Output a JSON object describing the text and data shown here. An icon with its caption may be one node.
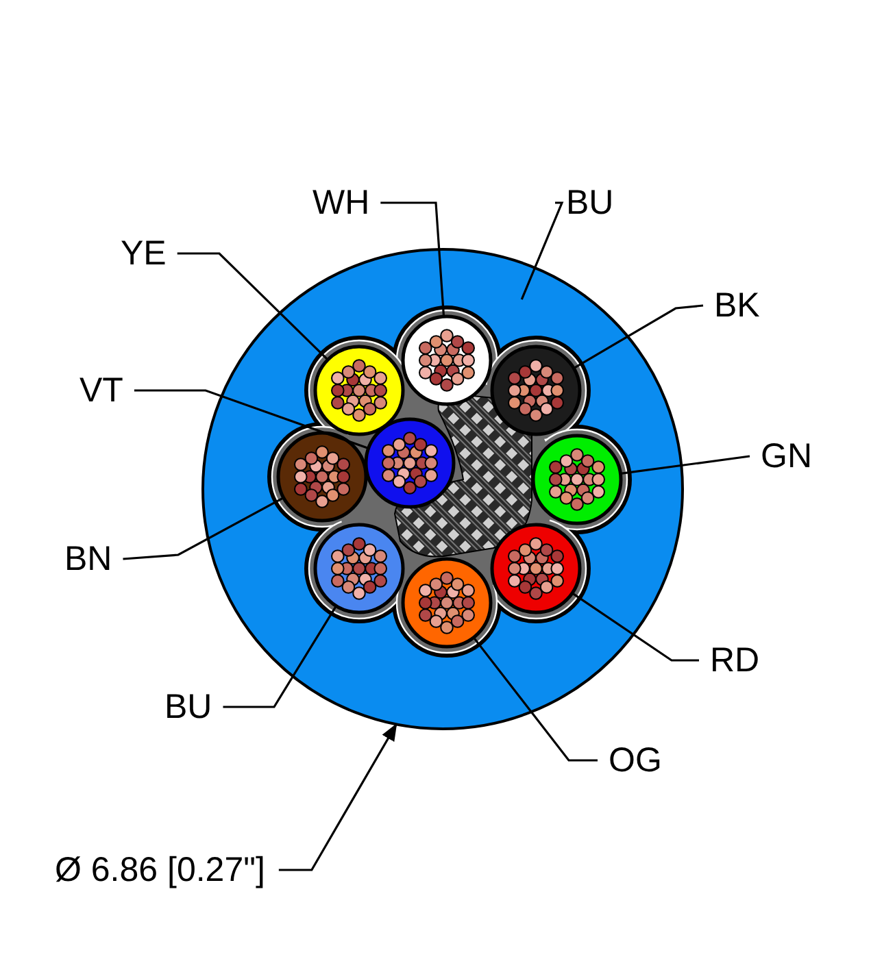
{
  "diagram": {
    "nodes": [
      {
        "text": [
          "WH"
        ]
      },
      {
        "text": [
          "BU"
        ]
      },
      {
        "text": [
          "YE"
        ]
      },
      {
        "text": [
          "BK"
        ]
      },
      {
        "text": [
          "VT"
        ]
      },
      {
        "text": [
          "GN"
        ]
      },
      {
        "text": [
          "BN"
        ]
      },
      {
        "text": [
          "RD"
        ]
      },
      {
        "text": [
          "BU"
        ]
      },
      {
        "text": [
          "OG"
        ]
      },
      {
        "text": [],
        "shape": "circle"
      },
      {
        "text": [],
        "shape": "circle",
        "in": 10
      },
      {
        "text": [],
        "shape": "circle",
        "in": 10
      },
      {
        "text": [],
        "shape": "circle",
        "in": 10
      },
      {
        "text": [],
        "shape": "circle",
        "in": 10
      },
      {
        "text": [],
        "shape": "circle",
        "in": 10
      },
      {
        "text": [],
        "shape": "circle",
        "in": 10
      },
      {
        "text": [],
        "shape": "circle",
        "in": 10
      },
      {
        "text": [],
        "shape": "circle",
        "in": 10
      },
      {
        "text": [],
        "shape": "circle",
        "in": 10
      }
    ],
    "edges": [
      {
        "from": 0,
        "to": 11,
        "arrow": "none"
      },
      {
        "from": 1,
        "to": 10,
        "arrow": "none"
      },
      {
        "from": 2,
        "to": 12,
        "arrow": "none"
      },
      {
        "from": 3,
        "to": 13,
        "arrow": "none"
      },
      {
        "from": 4,
        "to": 14,
        "arrow": "none"
      },
      {
        "from": 5,
        "to": 16,
        "arrow": "none"
      },
      {
        "from": 6,
        "to": 15,
        "arrow": "none"
      },
      {
        "from": 7,
        "to": 18,
        "arrow": "none"
      },
      {
        "from": 8,
        "to": 17,
        "arrow": "none"
      },
      {
        "from": 9,
        "to": 19,
        "arrow": "none"
      }
    ],
    "labels": [
      "Ø 6.86 [0.27\"]"
    ]
  }
}
